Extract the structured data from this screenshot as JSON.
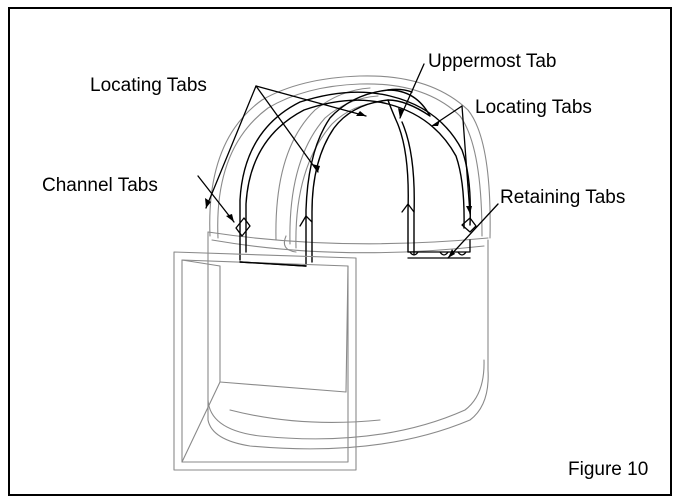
{
  "labels": {
    "locating_tabs_left": "Locating Tabs",
    "uppermost_tab": "Uppermost Tab",
    "locating_tabs_right": "Locating Tabs",
    "channel_tabs": "Channel Tabs",
    "retaining_tabs": "Retaining Tabs"
  },
  "figure_caption": "Figure 10"
}
